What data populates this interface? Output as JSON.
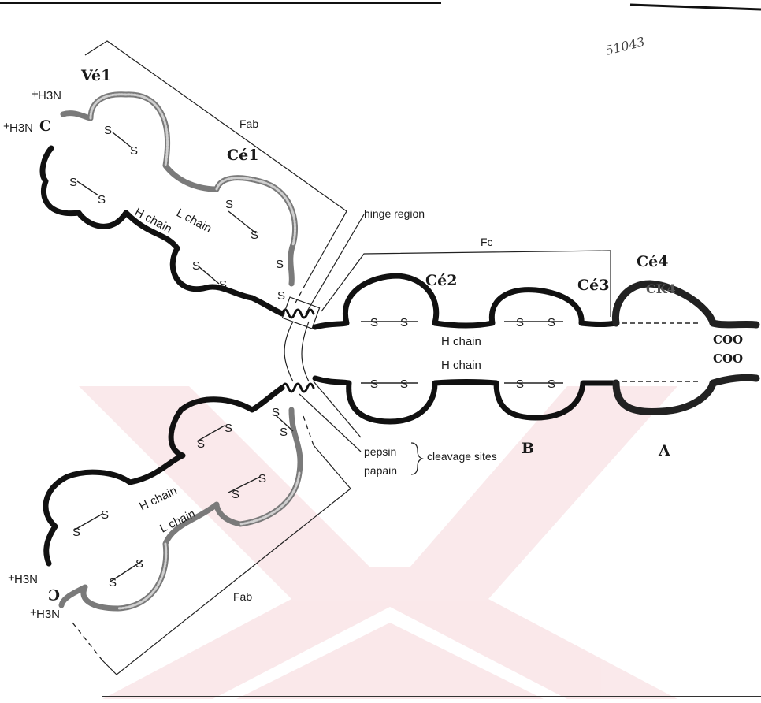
{
  "stamp": "51043",
  "labels": {
    "fab_top": "Fab",
    "fab_bottom": "Fab",
    "fc": "Fc",
    "hinge_region": "hinge region",
    "l_chain_top": "L chain",
    "h_chain_top": "H chain",
    "h_chain_bottom": "H chain",
    "l_chain_bottom": "L chain",
    "h_chain_fc_top": "H chain",
    "h_chain_fc_bottom": "H chain",
    "pepsin": "pepsin",
    "papain": "papain",
    "cleavage_sites": "cleavage sites",
    "marker_b": "B",
    "marker_a": "A"
  },
  "domains": {
    "ve1": "Vé1",
    "ce1": "Cé1",
    "ce2": "Cé2",
    "ce3": "Cé3",
    "ce4": "Cé4",
    "ck4": "CK4"
  },
  "termini": {
    "n_top_light": "H3N",
    "n_top_heavy": "H3N",
    "n_bottom_heavy": "H3N",
    "n_bottom_light": "H3N",
    "plus": "+",
    "c_top": "C",
    "c_bottom": "C",
    "coo_top": "COO",
    "coo_bottom": "COO"
  },
  "bonds": {
    "s": "S"
  }
}
